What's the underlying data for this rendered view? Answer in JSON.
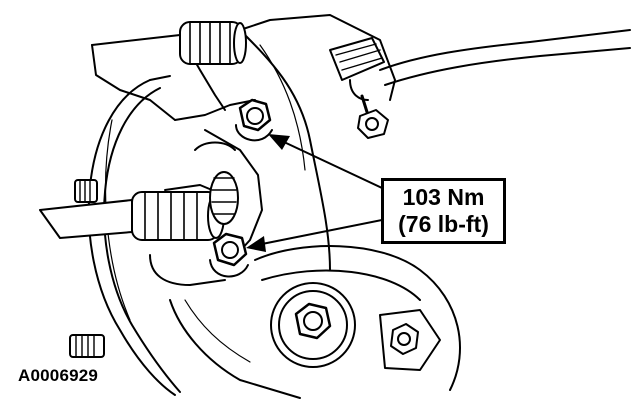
{
  "callout": {
    "torque_nm": "103 Nm",
    "torque_lbft": "(76 lb-ft)"
  },
  "figure_id": "A0006929"
}
